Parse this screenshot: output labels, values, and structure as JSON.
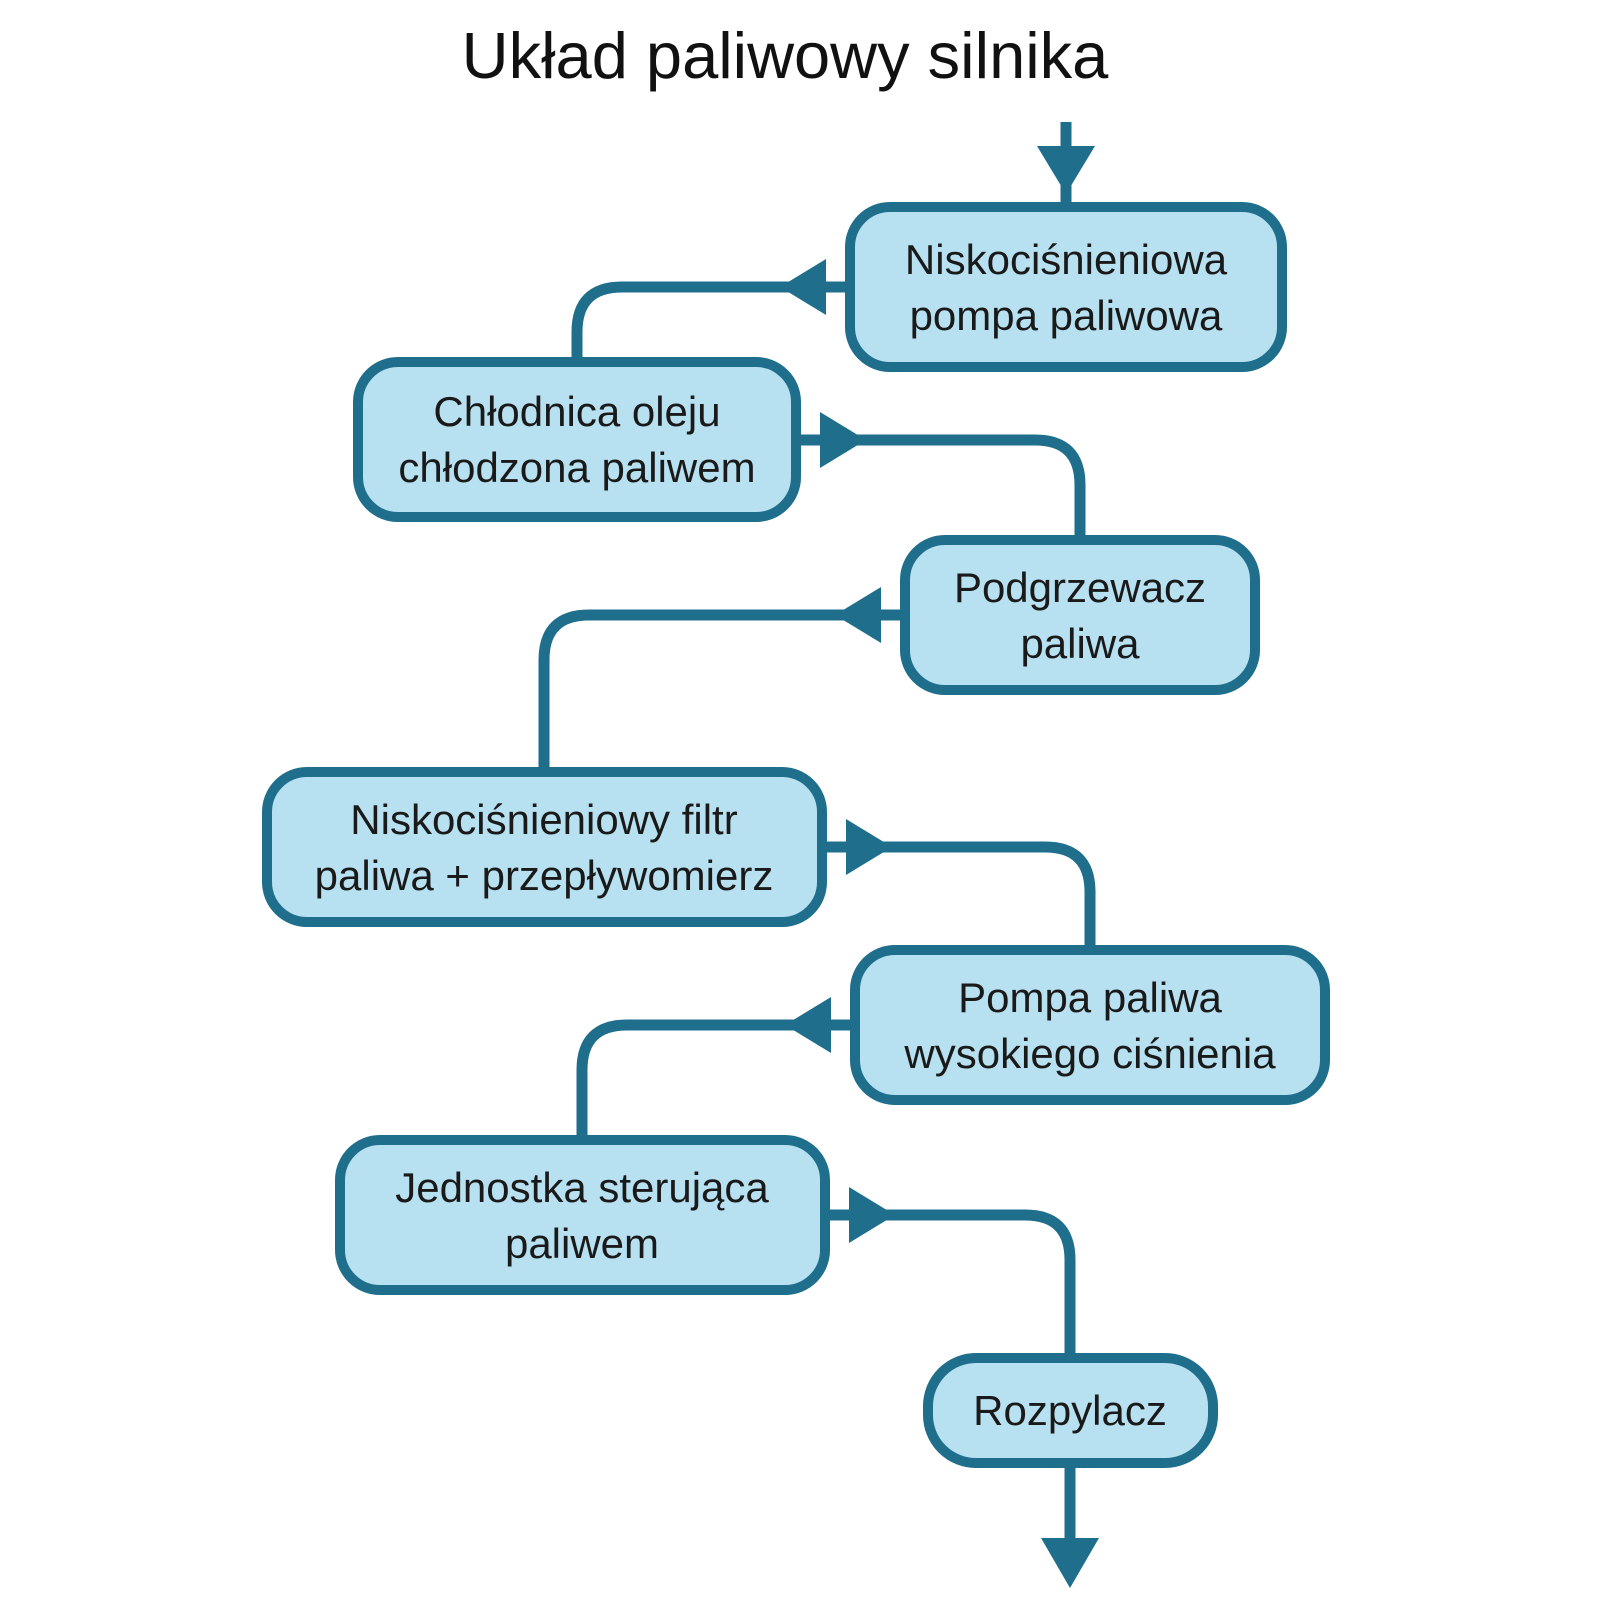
{
  "diagram": {
    "title": "Układ paliwowy silnika",
    "type": "flowchart",
    "direction": "top-to-bottom zigzag",
    "colors": {
      "background": "#ffffff",
      "node_fill": "#b7e0f0",
      "node_border": "#1e6e8c",
      "connector": "#1e6e8c",
      "title_text": "#111111",
      "node_text": "#1a1a1a"
    },
    "nodes": [
      {
        "id": 1,
        "label": "Niskociśnieniowa pompa paliwowa",
        "lines": [
          "Niskociśnieniowa",
          "pompa paliwowa"
        ]
      },
      {
        "id": 2,
        "label": "Chłodnica oleju chłodzona paliwem",
        "lines": [
          "Chłodnica oleju",
          "chłodzona paliwem"
        ]
      },
      {
        "id": 3,
        "label": "Podgrzewacz paliwa",
        "lines": [
          "Podgrzewacz",
          "paliwa"
        ]
      },
      {
        "id": 4,
        "label": "Niskociśnieniowy filtr paliwa + przepływomierz",
        "lines": [
          "Niskociśnieniowy filtr",
          "paliwa + przepływomierz"
        ]
      },
      {
        "id": 5,
        "label": "Pompa paliwa wysokiego ciśnienia",
        "lines": [
          "Pompa paliwa",
          "wysokiego ciśnienia"
        ]
      },
      {
        "id": 6,
        "label": "Jednostka sterująca paliwem",
        "lines": [
          "Jednostka sterująca",
          "paliwem"
        ]
      },
      {
        "id": 7,
        "label": "Rozpylacz",
        "lines": [
          "Rozpylacz"
        ]
      }
    ],
    "flow": [
      "start (arrow in from top)",
      "Niskociśnieniowa pompa paliwowa",
      "Chłodnica oleju chłodzona paliwem",
      "Podgrzewacz paliwa",
      "Niskociśnieniowy filtr paliwa + przepływomierz",
      "Pompa paliwa wysokiego ciśnienia",
      "Jednostka sterująca paliwem",
      "Rozpylacz",
      "end (arrow out at bottom)"
    ]
  }
}
